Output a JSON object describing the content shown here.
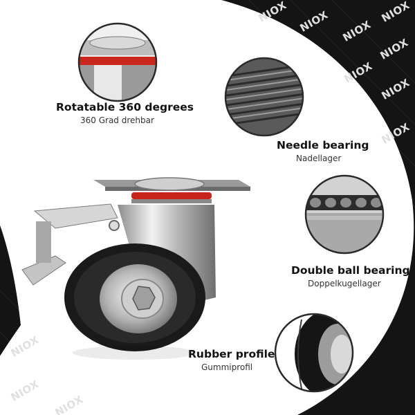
{
  "brand": {
    "watermark_text": "NIOX",
    "accent_color": "#d43a2c",
    "background_color": "#141414"
  },
  "features": [
    {
      "title": "Rotatable 360 degrees",
      "subtitle": "360 Grad drehbar"
    },
    {
      "title": "Needle bearing",
      "subtitle": "Nadellager"
    },
    {
      "title": "Double ball bearing",
      "subtitle": "Doppelkugellager"
    },
    {
      "title": "Rubber profile",
      "subtitle": "Gummiprofil"
    }
  ]
}
